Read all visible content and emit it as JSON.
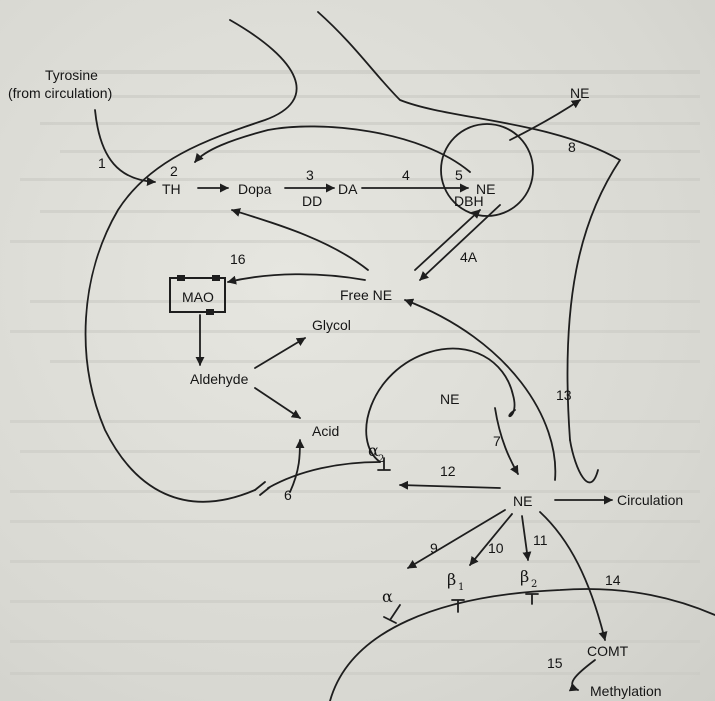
{
  "labels": {
    "tyrosine": "Tyrosine",
    "from_circulation": "(from circulation)",
    "th": "TH",
    "dopa": "Dopa",
    "dd": "DD",
    "da": "DA",
    "ne_vesicle": "NE",
    "dbh": "DBH",
    "ne_top": "NE",
    "free_ne": "Free NE",
    "mao": "MAO",
    "glycol": "Glycol",
    "aldehyde": "Aldehyde",
    "acid": "Acid",
    "ne_terminal": "NE",
    "ne_cleft": "NE",
    "circulation": "Circulation",
    "comt": "COMT",
    "methylation": "Methylation"
  },
  "receptors": {
    "alpha2_main": "α",
    "alpha2_sub": "2",
    "alpha": "α",
    "beta1_main": "β",
    "beta1_sub": "1",
    "beta2_main": "β",
    "beta2_sub": "2"
  },
  "steps": [
    "1",
    "2",
    "3",
    "4",
    "5",
    "8",
    "4A",
    "16",
    "13",
    "7",
    "12",
    "6",
    "9",
    "10",
    "11",
    "14",
    "15"
  ],
  "colors": {
    "ink": "#1e1e1e",
    "paper": "#dcdcd6",
    "bleed_text": "#b9b9b3"
  }
}
